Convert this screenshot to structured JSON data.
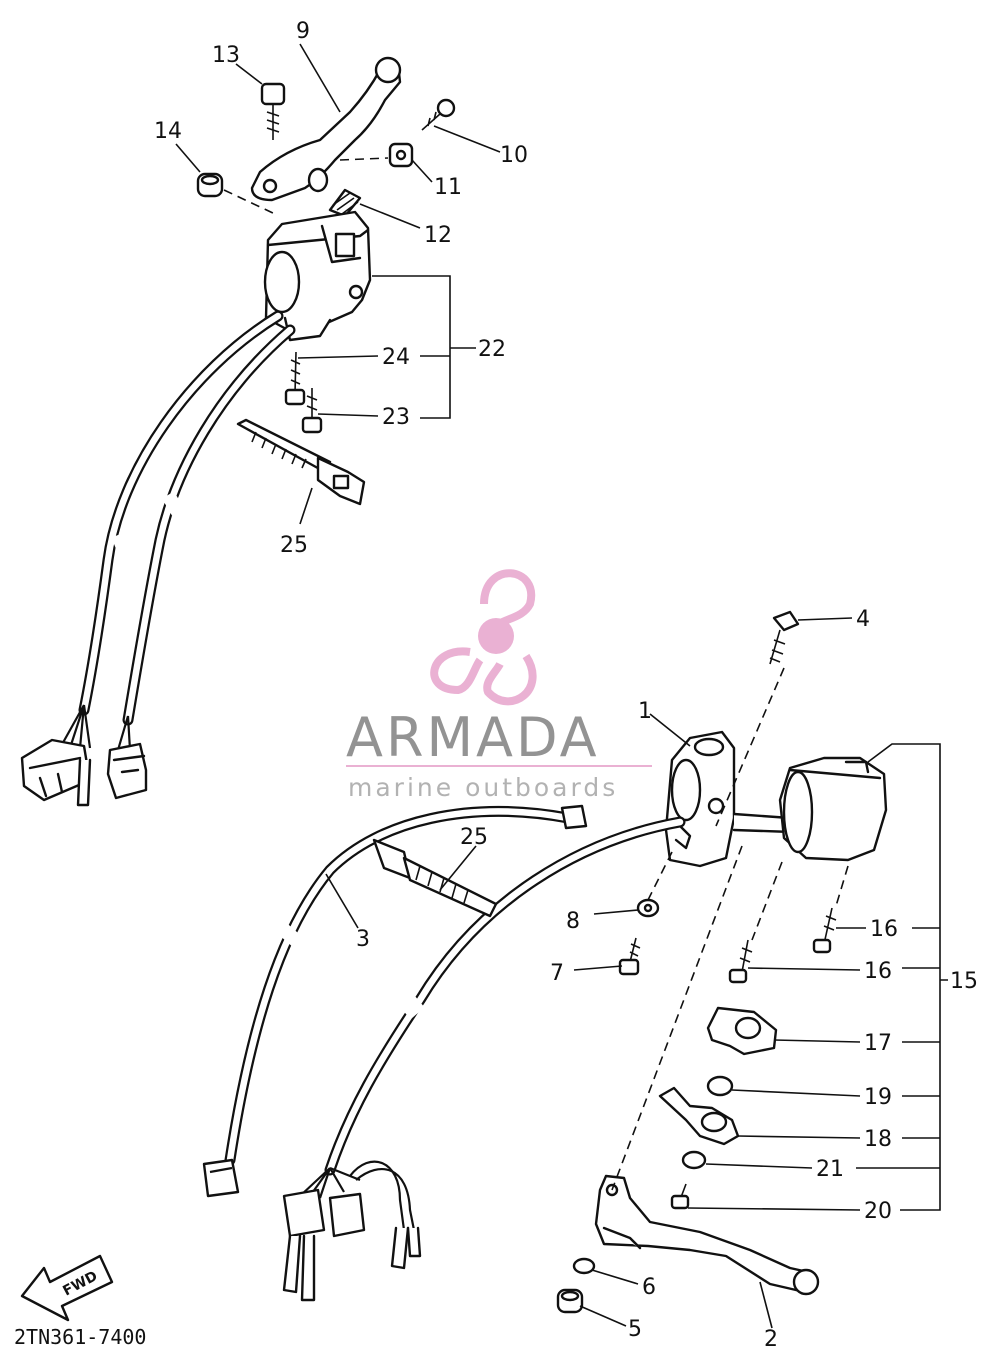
{
  "diagram_code": "2TN361-7400",
  "fwd_label": "FWD",
  "watermark": {
    "brand": "ARMADA",
    "tagline": "marine outboards",
    "color": "#e8a9cf"
  },
  "callouts": {
    "c1": "1",
    "c2": "2",
    "c3": "3",
    "c4": "4",
    "c5": "5",
    "c6": "6",
    "c7": "7",
    "c8": "8",
    "c9": "9",
    "c10": "10",
    "c11": "11",
    "c12": "12",
    "c13": "13",
    "c14": "14",
    "c15": "15",
    "c16a": "16",
    "c16b": "16",
    "c17": "17",
    "c18": "18",
    "c19": "19",
    "c20": "20",
    "c21": "21",
    "c22": "22",
    "c23": "23",
    "c24": "24",
    "c25a": "25",
    "c25b": "25"
  }
}
